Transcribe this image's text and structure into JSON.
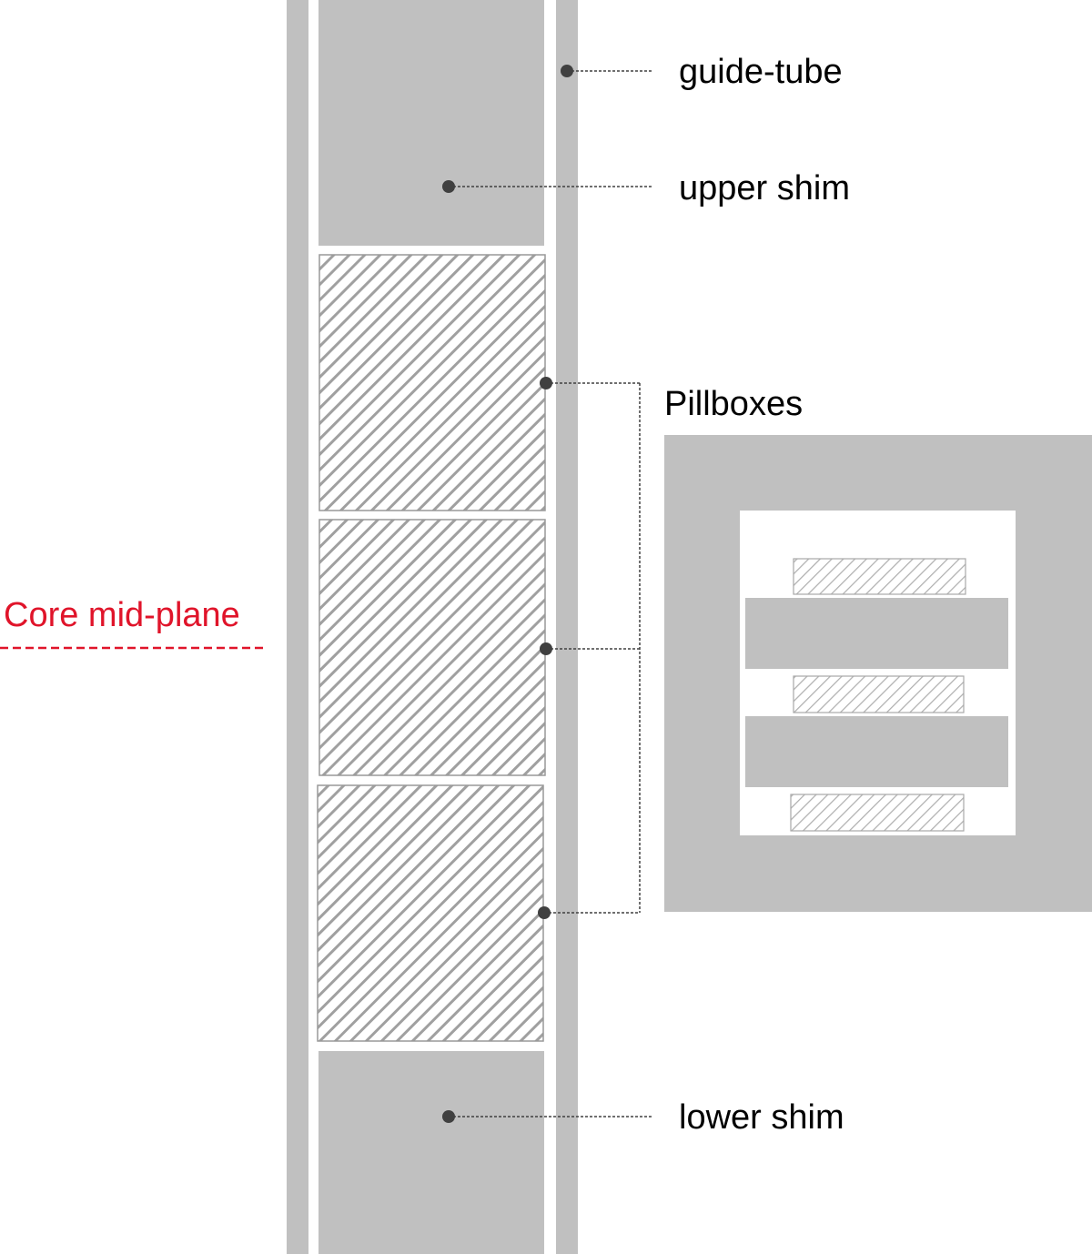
{
  "labels": {
    "guide_tube": "guide-tube",
    "upper_shim": "upper shim",
    "pillboxes": "Pillboxes",
    "lower_shim": "lower shim",
    "core_mid_plane": "Core mid-plane"
  },
  "colors": {
    "solid_fill": "#c0c0c0",
    "hatch_line": "#a0a0a0",
    "hatch_border": "#999999",
    "leader": "#404040",
    "mid_plane": "#e0142a",
    "text": "#000000",
    "background": "#ffffff"
  },
  "components": {
    "pillbox_count": 3,
    "inset_pillbox_count": 3,
    "inset_shim_count": 2
  }
}
